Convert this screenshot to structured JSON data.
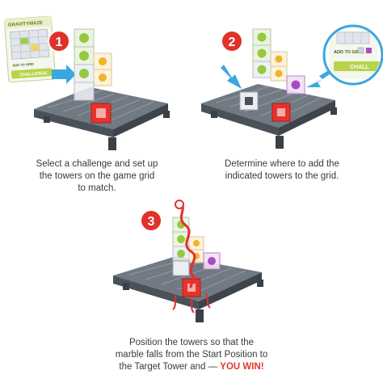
{
  "steps": [
    {
      "number": "1",
      "caption_lines": [
        "Select a challenge and set up",
        "the towers on the game grid",
        "to match."
      ]
    },
    {
      "number": "2",
      "caption_lines": [
        "Determine where to add the",
        "indicated towers to the grid."
      ]
    },
    {
      "number": "3",
      "caption_lines": [
        "Position the towers so that the",
        "marble falls from the Start Position to",
        "the Target Tower and — "
      ],
      "caption_highlight": "YOU WIN!"
    }
  ],
  "challenge_card": {
    "logo_text": "GRAVITYMAZE",
    "add_to_grid_text": "ADD TO GRID",
    "challenge_label": "CHALLENGE"
  },
  "zoom_card": {
    "add_to_grid_text": "ADD TO GRID",
    "challenge_label": "CHALL"
  },
  "colors": {
    "step_badge": "#e0312b",
    "arrow_blue": "#3aa7e0",
    "board_gray": "#5f6770",
    "highlight_red": "#e23a2e"
  }
}
